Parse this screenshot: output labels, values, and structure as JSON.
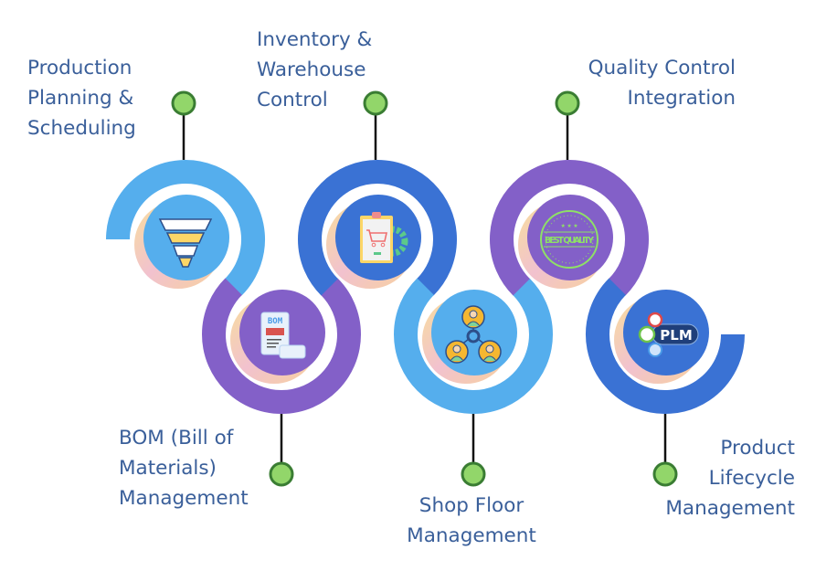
{
  "colors": {
    "light_blue": "#55aeed",
    "dark_blue": "#3a72d4",
    "purple": "#8360c8",
    "text": "#3a5f9a",
    "pin_fill": "#92d66a",
    "pin_stroke": "#3a7d33"
  },
  "steps": [
    {
      "lines": [
        "Production",
        "Planning &",
        "Scheduling"
      ],
      "icon": "funnel-icon",
      "ring_color": "light_blue"
    },
    {
      "lines": [
        "BOM (Bill of",
        "Materials)",
        "Management"
      ],
      "icon": "bom-document-icon",
      "ring_color": "purple",
      "icon_text": "BOM"
    },
    {
      "lines": [
        "Inventory &",
        "Warehouse",
        "Control"
      ],
      "icon": "clipboard-cart-gear-icon",
      "ring_color": "dark_blue"
    },
    {
      "lines": [
        "Shop Floor",
        "Management"
      ],
      "icon": "team-network-icon",
      "ring_color": "light_blue"
    },
    {
      "lines": [
        "Quality Control",
        "Integration"
      ],
      "icon": "best-quality-seal-icon",
      "ring_color": "purple",
      "icon_text": "BEST QUALITY"
    },
    {
      "lines": [
        "Product",
        "Lifecycle",
        "Management"
      ],
      "icon": "plm-logo-icon",
      "ring_color": "dark_blue",
      "icon_text": "PLM"
    }
  ]
}
